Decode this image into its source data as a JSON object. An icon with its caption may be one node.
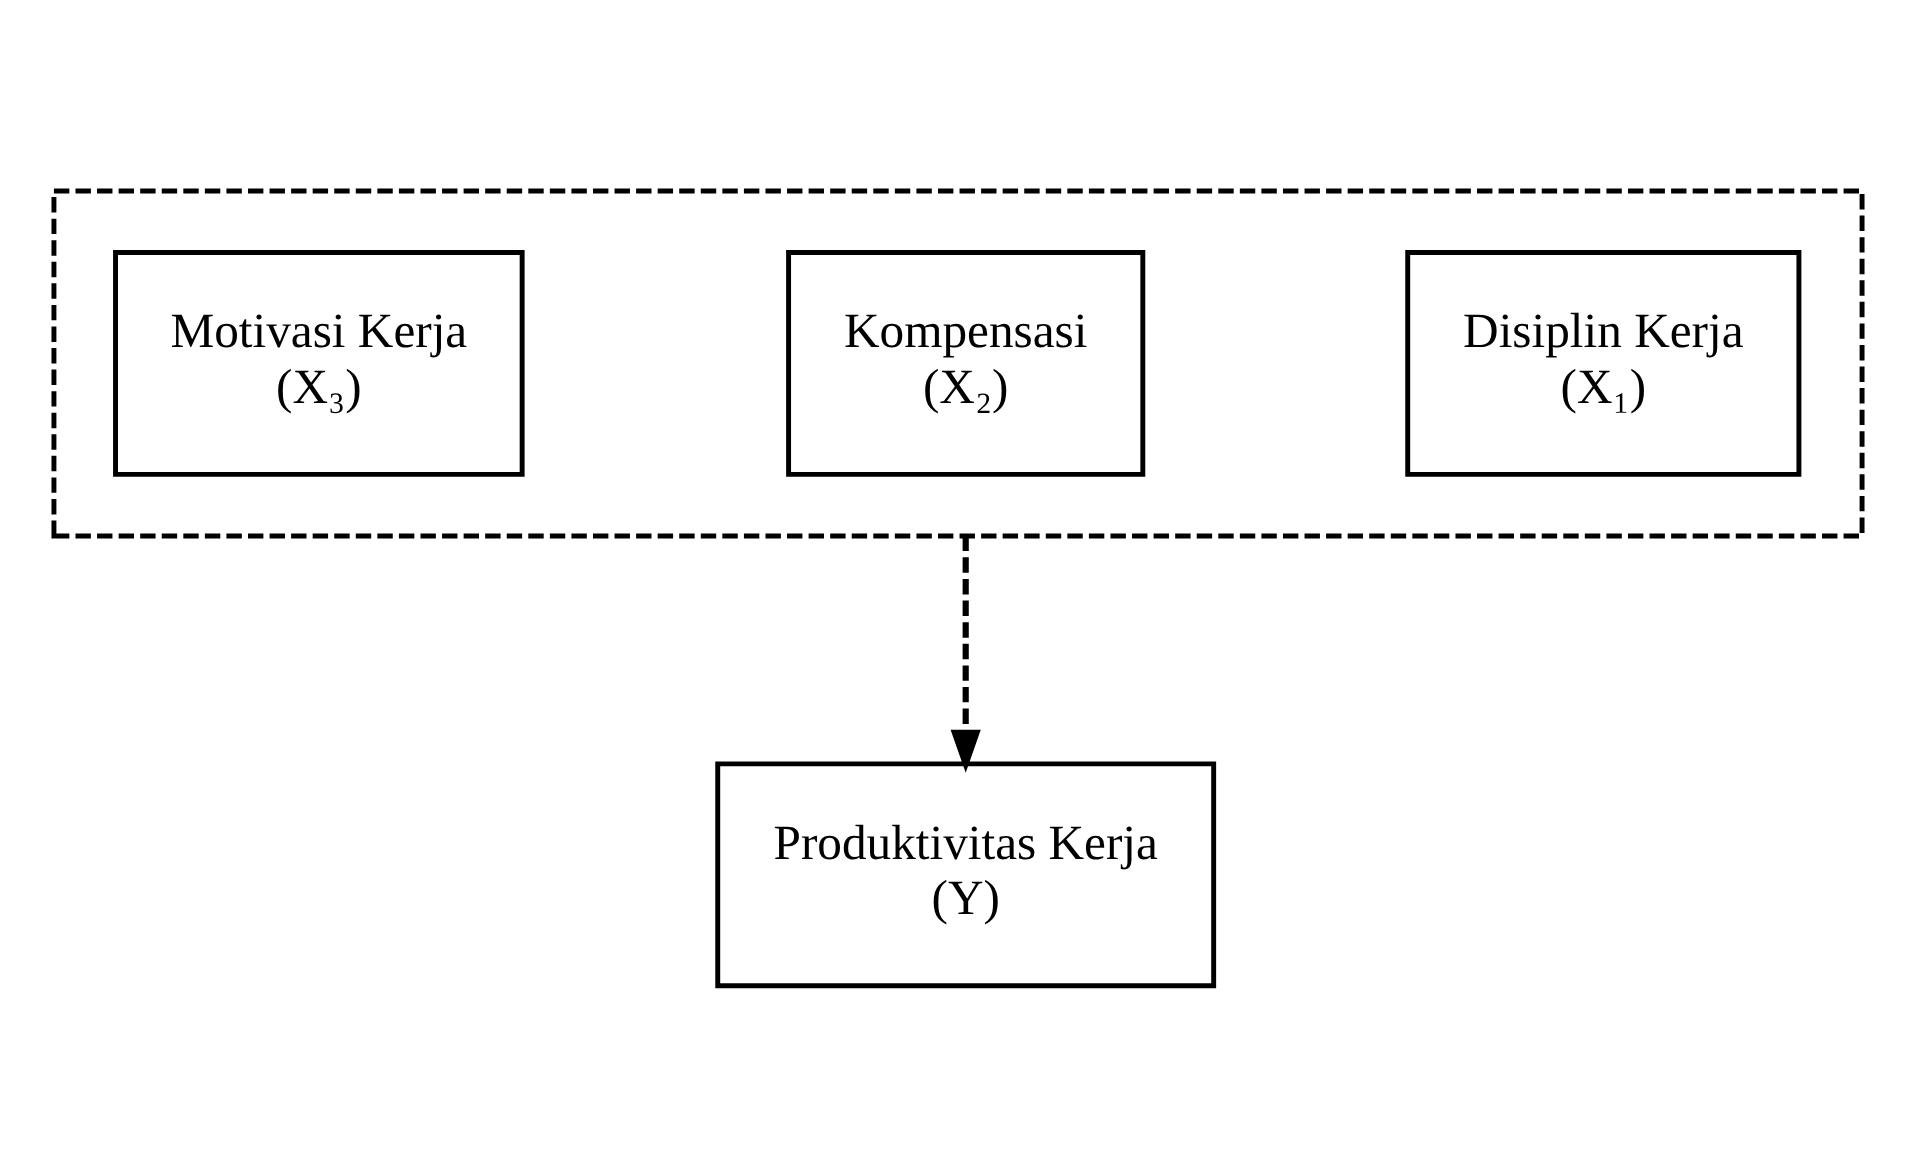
{
  "diagram": {
    "nodes": [
      {
        "text": [],
        "shape": "box"
      },
      {
        "text": [
          "Disiplin Kerja",
          "(X₁)"
        ],
        "in": 0
      },
      {
        "text": [
          "Kompensasi",
          "(X₂)"
        ],
        "in": 0
      },
      {
        "text": [
          "Motivasi Kerja",
          "(X₃)"
        ],
        "in": 0
      },
      {
        "text": [
          "Produktivitas Kerja",
          "(Y)"
        ]
      }
    ],
    "edges": [
      {
        "from": 0,
        "to": 4,
        "arrow": "to",
        "style": "dashed"
      }
    ]
  }
}
